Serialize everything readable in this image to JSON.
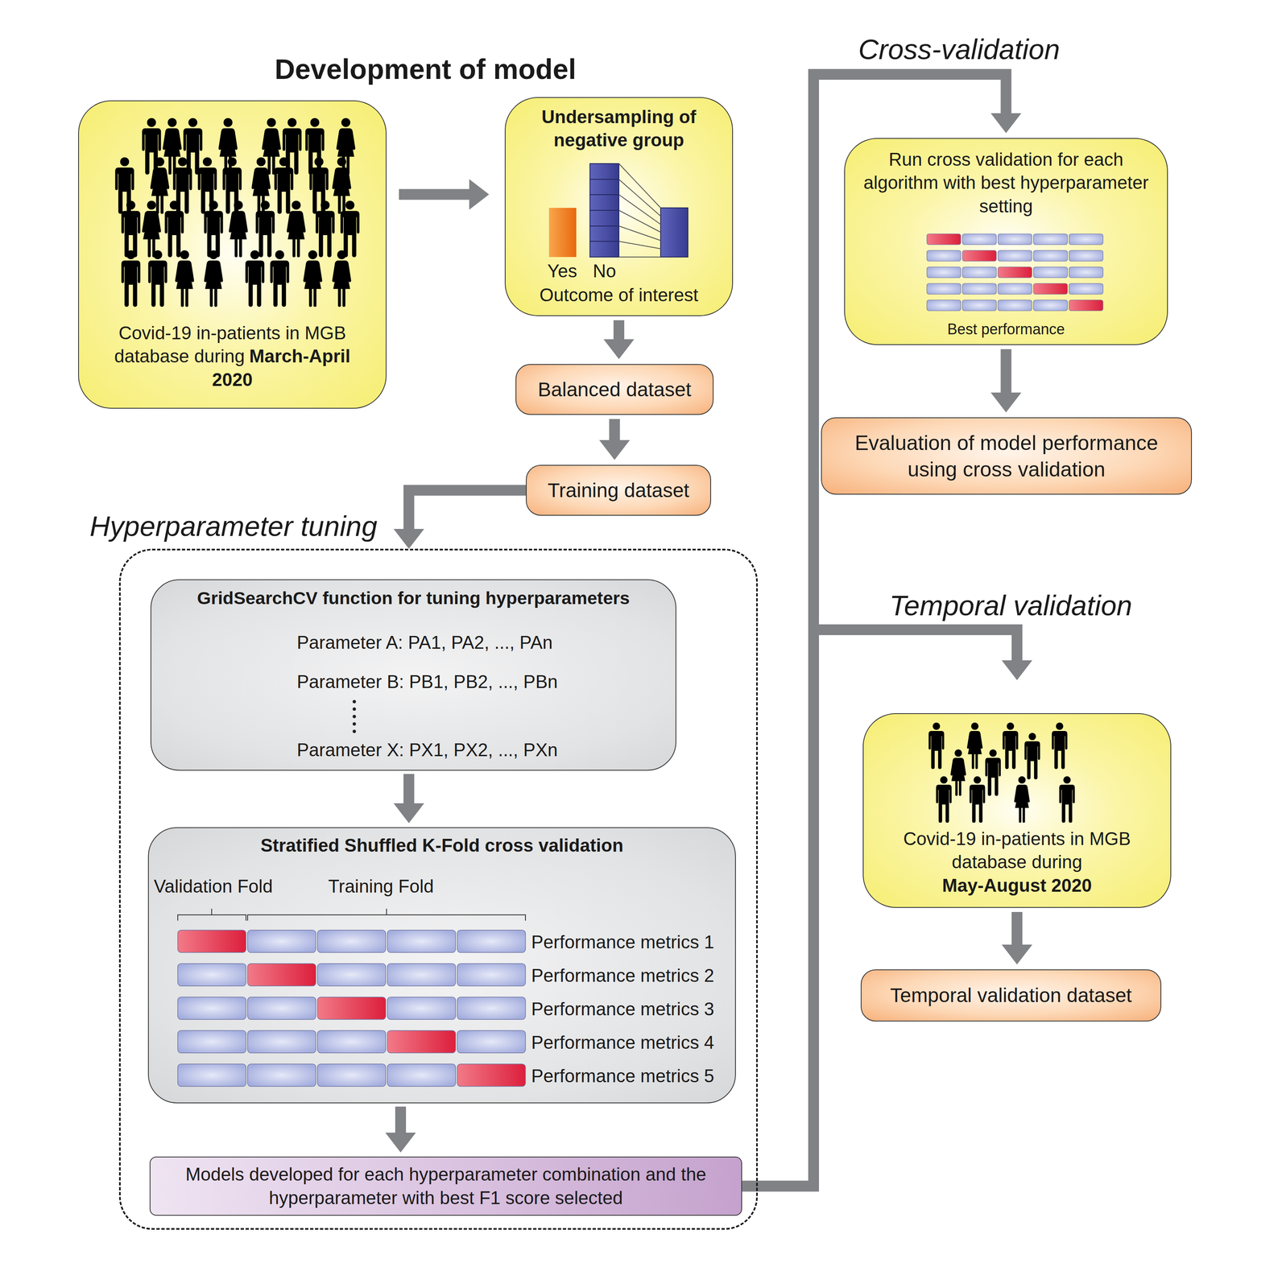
{
  "diagram": {
    "title": "Development of model",
    "nodes": [
      {
        "text": [
          "Covid-19 in-patients in MGB database during",
          "March-April 2020"
        ]
      },
      {
        "text": [
          "Undersampling of negative group",
          "Outcome of interest"
        ]
      },
      {
        "text": [
          "Balanced dataset"
        ]
      },
      {
        "text": [
          "Training dataset"
        ]
      },
      {
        "text": [
          "Hyperparameter tuning"
        ]
      },
      {
        "text": [
          "GridSearchCV function for tuning hyperparameters",
          "Parameter A: PA1, PA2, ..., PAn",
          "Parameter B: PB1, PB2, ..., PBn",
          "Parameter X: PX1, PX2, ..., PXn"
        ],
        "in": 4
      },
      {
        "text": [
          "Stratified Shuffled K-Fold cross validation",
          "Validation Fold",
          "Training Fold",
          "Performance metrics 1",
          "Performance metrics 2",
          "Performance metrics 3",
          "Performance metrics 4",
          "Performance metrics 5"
        ],
        "in": 4
      },
      {
        "text": [
          "Models developed for each hyperparameter combination and the hyperparameter with best F1 score selected"
        ],
        "in": 4
      },
      {
        "text": [
          "Run cross validation for each algorithm with best hyperparameter setting",
          "Best performance"
        ]
      },
      {
        "text": [
          "Evaluation of model performance using cross validation"
        ]
      },
      {
        "text": [
          "Covid-19 in-patients in MGB database during",
          "May-August 2020"
        ]
      },
      {
        "text": [
          "Temporal validation dataset"
        ]
      }
    ],
    "edges": [
      {
        "from": 0,
        "to": 1,
        "arrow": "to"
      },
      {
        "from": 1,
        "to": 2,
        "arrow": "to"
      },
      {
        "from": 2,
        "to": 3,
        "arrow": "to"
      },
      {
        "from": 3,
        "to": 4,
        "arrow": "to"
      },
      {
        "from": 5,
        "to": 6,
        "arrow": "to"
      },
      {
        "from": 6,
        "to": 7,
        "arrow": "to"
      },
      {
        "from": 7,
        "to": 8,
        "arrow": "to"
      },
      {
        "from": 7,
        "to": 10,
        "arrow": "to"
      },
      {
        "from": 8,
        "to": 9,
        "arrow": "to"
      },
      {
        "from": 10,
        "to": 11,
        "arrow": "to"
      }
    ],
    "labels": [
      "Yes",
      "No",
      "Cross-validation",
      "Temporal validation"
    ]
  }
}
